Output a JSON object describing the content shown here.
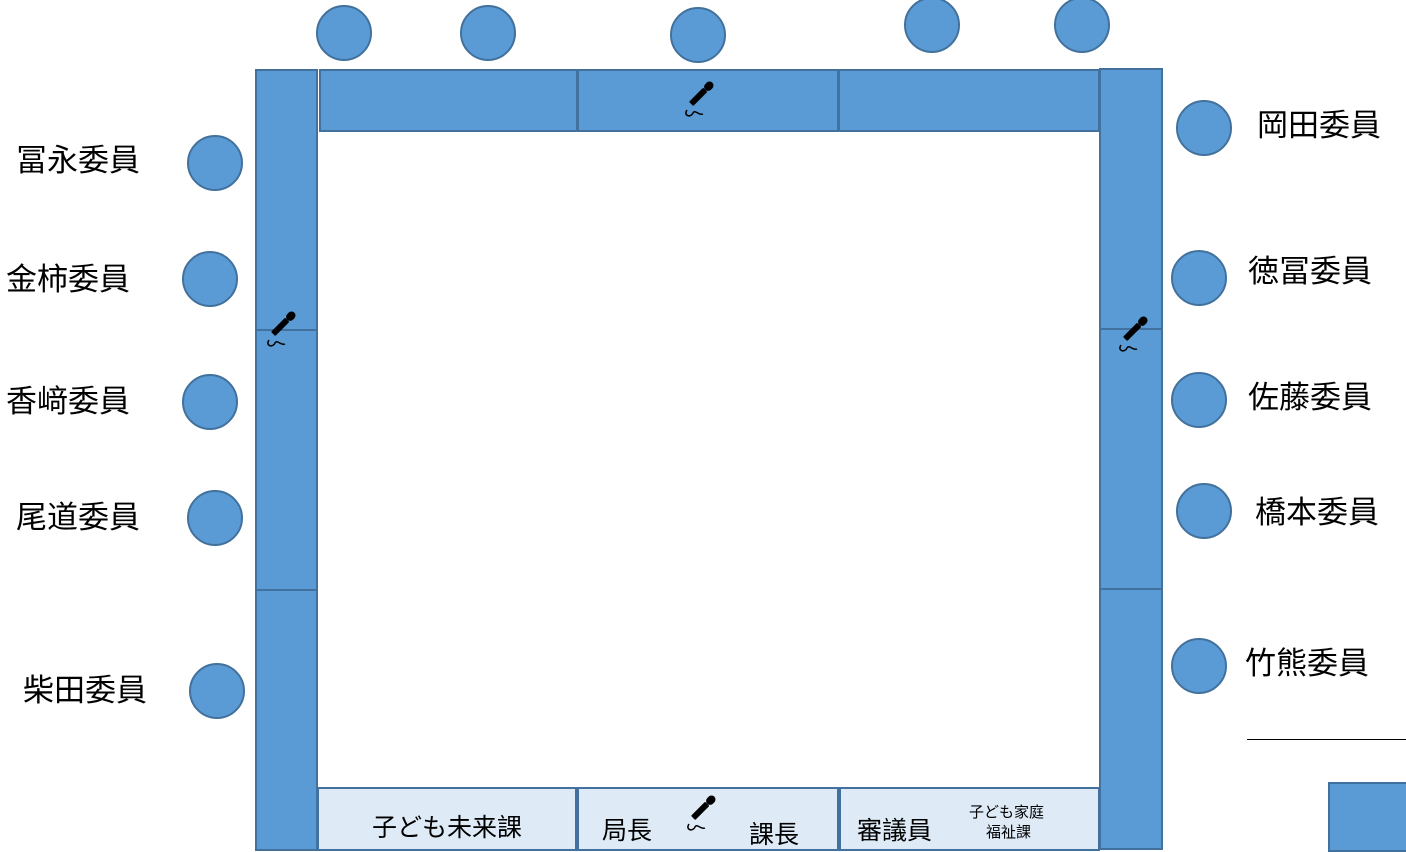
{
  "colors": {
    "table_fill": "#5b9bd5",
    "table_border": "#41719c",
    "nameplate_fill": "#deebf7"
  },
  "left_members": [
    "冨永委員",
    "金柿委員",
    "香﨑委員",
    "尾道委員",
    "柴田委員"
  ],
  "right_members": [
    "岡田委員",
    "徳冨委員",
    "佐藤委員",
    "橋本委員",
    "竹熊委員"
  ],
  "bottom_table": {
    "section_left": "子ども未来課",
    "director": "局長",
    "section_chief": "課長",
    "councilor": "審議員",
    "dept_line1": "子ども家庭",
    "dept_line2": "福祉課"
  },
  "icons": {
    "microphone": "microphone-icon"
  }
}
